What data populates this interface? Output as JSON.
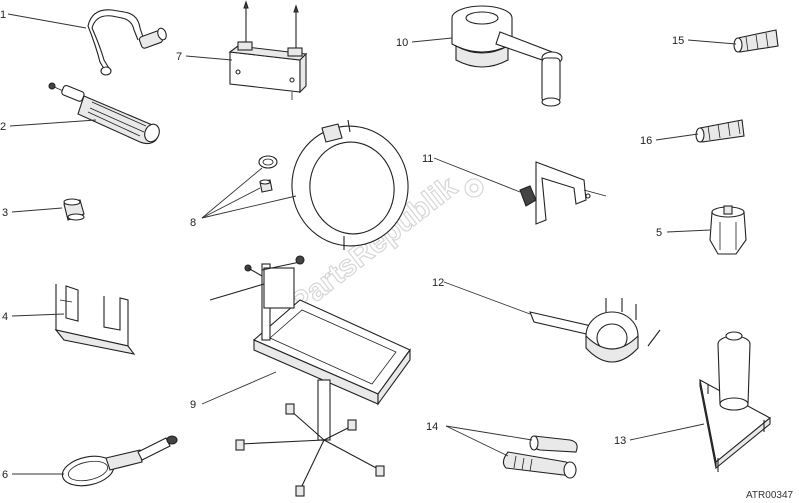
{
  "diagram": {
    "watermark": "PartsRepublik",
    "reference_code": "ATR00347",
    "callouts": [
      {
        "id": "1",
        "label": "1"
      },
      {
        "id": "2",
        "label": "2"
      },
      {
        "id": "3",
        "label": "3"
      },
      {
        "id": "4",
        "label": "4"
      },
      {
        "id": "5",
        "label": "5"
      },
      {
        "id": "6",
        "label": "6"
      },
      {
        "id": "7",
        "label": "7"
      },
      {
        "id": "8",
        "label": "8"
      },
      {
        "id": "9",
        "label": "9"
      },
      {
        "id": "10",
        "label": "10"
      },
      {
        "id": "11",
        "label": "11"
      },
      {
        "id": "12",
        "label": "12"
      },
      {
        "id": "13",
        "label": "13"
      },
      {
        "id": "14",
        "label": "14"
      },
      {
        "id": "15",
        "label": "15"
      },
      {
        "id": "16",
        "label": "16"
      }
    ]
  }
}
